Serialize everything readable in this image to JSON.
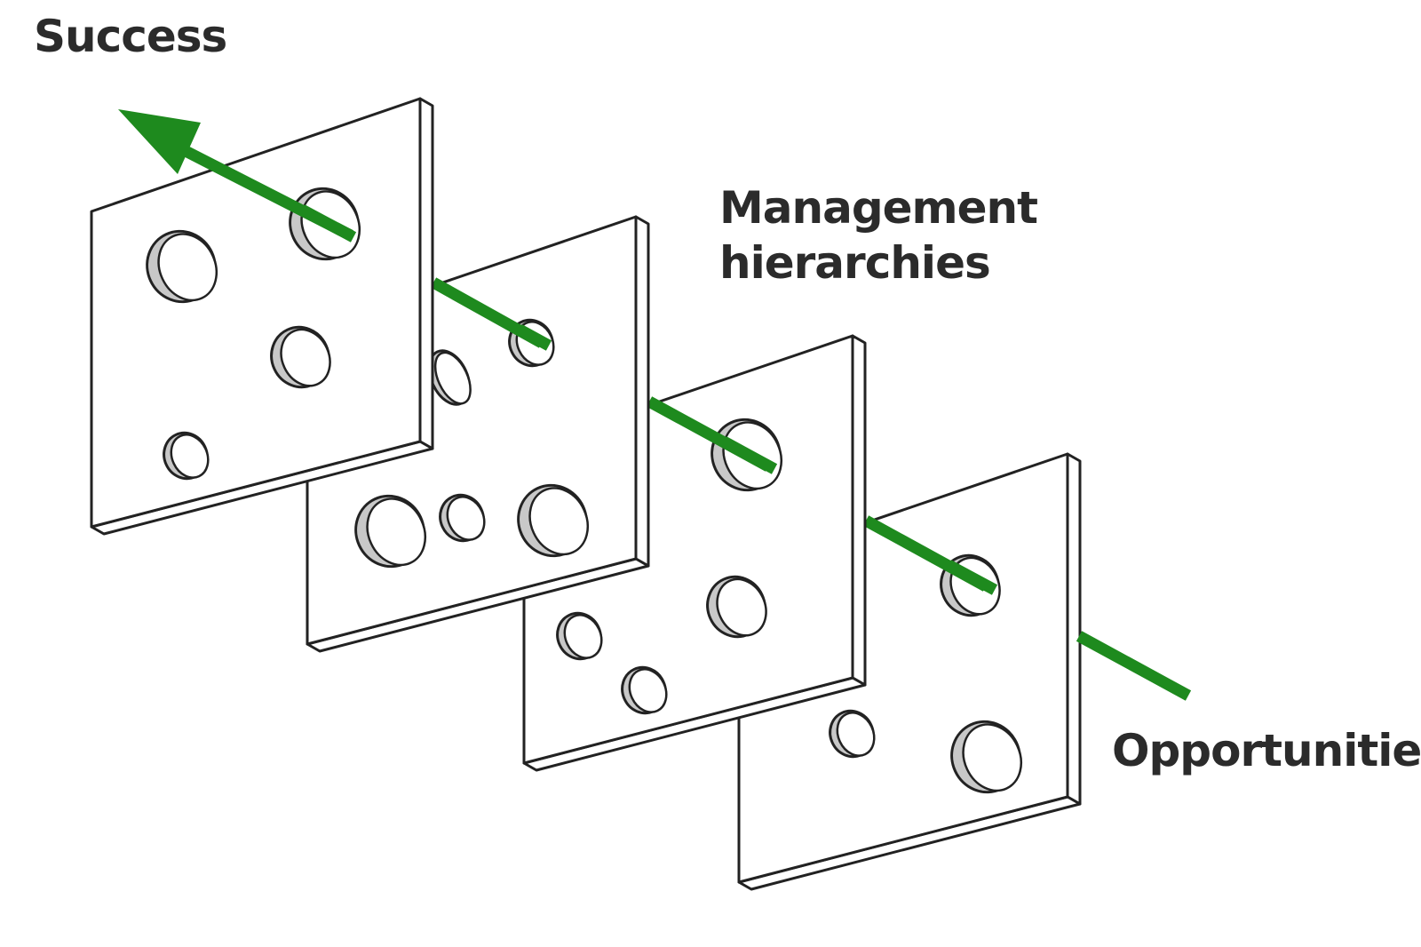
{
  "labels": {
    "success": "Success",
    "management_line1": "Management",
    "management_line2": "hierarchies",
    "opportunities": "Opportunities"
  },
  "colors": {
    "label_text": "#2b2b2b",
    "arrow": "#1e8a1e",
    "slice_fill": "#ffffff",
    "slice_stroke": "#222222",
    "hole_fill": "#c8c8c8"
  },
  "slices": [
    {
      "name": "slice-1",
      "holes": 4
    },
    {
      "name": "slice-2",
      "holes": 5
    },
    {
      "name": "slice-3",
      "holes": 4
    },
    {
      "name": "slice-4",
      "holes": 3
    }
  ],
  "arrow_icon": "arrow-up-left-icon"
}
